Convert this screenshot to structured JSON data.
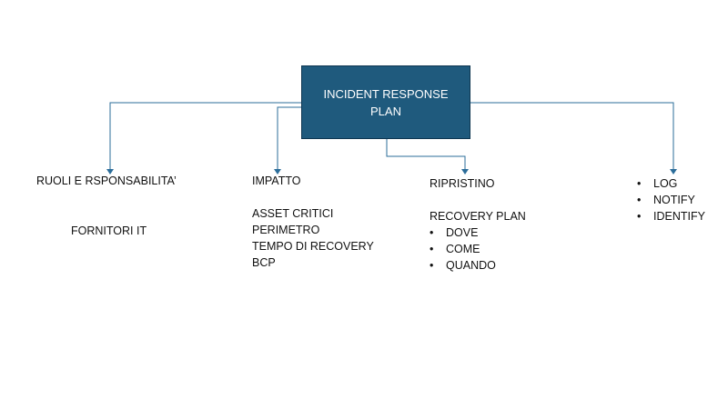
{
  "root": {
    "title": "INCIDENT RESPONSE PLAN",
    "fill_color": "#1f5a7d",
    "connector_color": "#2b6d9a"
  },
  "branches": {
    "roles": {
      "title": "RUOLI E RSPONSABILITA’",
      "items": [
        "FORNITORI IT"
      ]
    },
    "impact": {
      "title": "IMPATTO",
      "items": [
        "ASSET CRITICI",
        "PERIMETRO",
        "TEMPO DI RECOVERY",
        "BCP"
      ]
    },
    "restore": {
      "title": "RIPRISTINO",
      "subtitle": "RECOVERY PLAN",
      "bullets": [
        "DOVE",
        "COME",
        "QUANDO"
      ]
    },
    "logging": {
      "bullets": [
        "LOG",
        "NOTIFY",
        "IDENTIFY"
      ]
    }
  }
}
